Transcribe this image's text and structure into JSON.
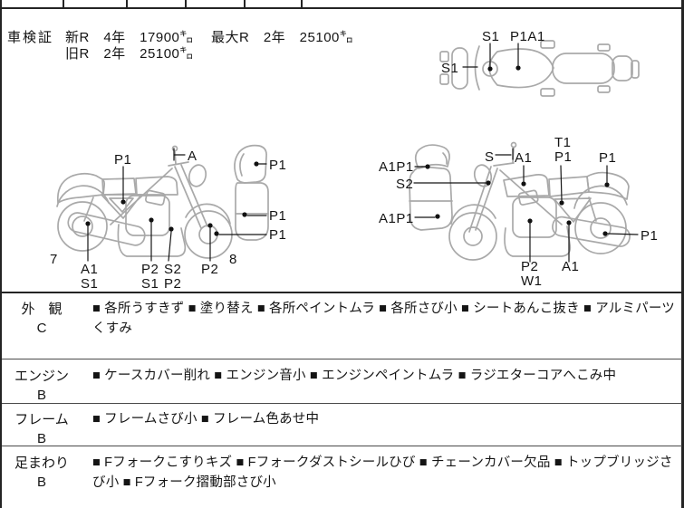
{
  "shaken": {
    "label": "車検証",
    "new_reg": "新R　4年　17900㌔",
    "max_reg": "最大R　2年　25100㌔",
    "old_reg": "旧R　2年　25100㌔"
  },
  "diagram": {
    "top_view": {
      "label_front": "S1",
      "label_steering": "S1",
      "label_tank": "P1A1"
    },
    "left_view": {
      "p1_seat": "P1",
      "a_mirror": "A",
      "p1_cowl_top": "P1",
      "p1_cowl_mid": "P1",
      "p1_wheel": "P1",
      "num_left": "7",
      "stack_muffler": [
        "A1",
        "S1"
      ],
      "stack_engine": [
        "P2",
        "S1"
      ],
      "stack_frame": [
        "S2",
        "P2"
      ],
      "p2_fork": "P2",
      "num_right": "8"
    },
    "right_view": {
      "a1p1_top": "A1P1",
      "s2_light": "S2",
      "a1p1_low": "A1P1",
      "s_mirror": "S",
      "a1_tank": "A1",
      "t1": "T1",
      "p1_side": "P1",
      "p1_tail": "P1",
      "p1_wheel": "P1",
      "stack_engine": [
        "P2",
        "W1"
      ],
      "a1_swing": "A1"
    }
  },
  "sections": [
    {
      "label": "外　観",
      "grade": "C",
      "items": [
        "各所うすきず",
        "塗り替え",
        "各所ペイントムラ",
        "各所さび小",
        "シートあんこ抜き",
        "アルミパーツくすみ"
      ]
    },
    {
      "label": "エンジン",
      "grade": "B",
      "items": [
        "ケースカバー削れ",
        "エンジン音小",
        "エンジンペイントムラ",
        "ラジエターコアへこみ中"
      ]
    },
    {
      "label": "フレーム",
      "grade": "B",
      "items": [
        "フレームさび小",
        "フレーム色あせ中"
      ]
    },
    {
      "label": "足まわり",
      "grade": "B",
      "items": [
        "Fフォークこすりキズ",
        "Fフォークダストシールひび",
        "チェーンカバー欠品",
        "トップブリッジさび小",
        "Fフォーク摺動部さび小"
      ]
    }
  ],
  "bullet": "■"
}
